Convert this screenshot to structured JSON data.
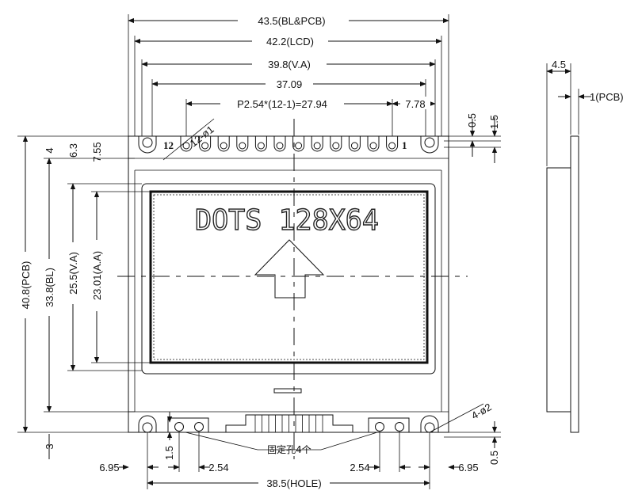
{
  "top_dims": {
    "bl_pcb": "43.5(BL&PCB)",
    "lcd": "42.2(LCD)",
    "va": "39.8(V.A)",
    "aa": "37.09",
    "pitch": "P2.54*(12-1)=27.94",
    "right_offset": "7.78",
    "r05": "0.5",
    "r15": "1.5",
    "holes": "12-ø1"
  },
  "pins": {
    "first": "12",
    "last": "1"
  },
  "left_dims": {
    "pcb": "40.8(PCB)",
    "bl": "33.8(BL)",
    "va": "25.5(V.A)",
    "aa": "23.01(A.A)",
    "d4": "4",
    "d63": "6.3",
    "d755": "7.55",
    "d3": "3"
  },
  "display_text": "DOTS 128X64",
  "side_view": {
    "thickness": "4.5",
    "pcb": "1(PCB)"
  },
  "bottom_dims": {
    "holes": "4-ø2",
    "fixing_holes": "固定孔4个",
    "left_edge": "6.95",
    "right_edge": "6.95",
    "pitch_left": "2.54",
    "pitch_right": "2.54",
    "d15": "1.5",
    "d05": "0.5",
    "hole_span": "38.5(HOLE)"
  }
}
